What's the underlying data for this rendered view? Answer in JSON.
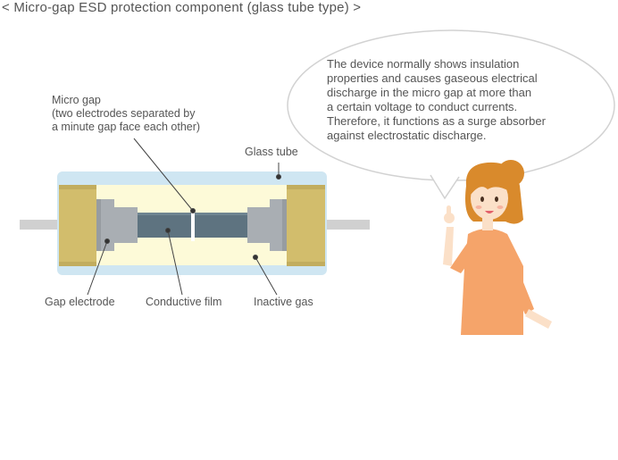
{
  "title": "< Micro-gap ESD protection component (glass tube type) >",
  "labels": {
    "micro_gap": [
      "Micro gap",
      "(two electrodes separated by",
      "a minute gap face each other)"
    ],
    "glass_tube": "Glass tube",
    "gap_electrode": "Gap electrode",
    "conductive_film": "Conductive film",
    "inactive_gas": "Inactive gas"
  },
  "speech": [
    "The device normally shows insulation",
    "properties and causes gaseous electrical",
    "discharge in the micro gap at more than",
    "a certain voltage to conduct currents.",
    "Therefore, it functions as a surge absorber",
    "against electrostatic discharge."
  ],
  "colors": {
    "glass": "#cfe6f2",
    "gas": "#fdfad8",
    "cap": "#d2bd6c",
    "electrode": "#a9aeb3",
    "film": "#5e7380",
    "lead": "#d0d0d0",
    "skin": "#fbe0c8",
    "hair": "#d98a2c",
    "dress": "#f5a46a"
  },
  "icons": [
    "woman-presenter-icon",
    "speech-bubble-icon"
  ]
}
